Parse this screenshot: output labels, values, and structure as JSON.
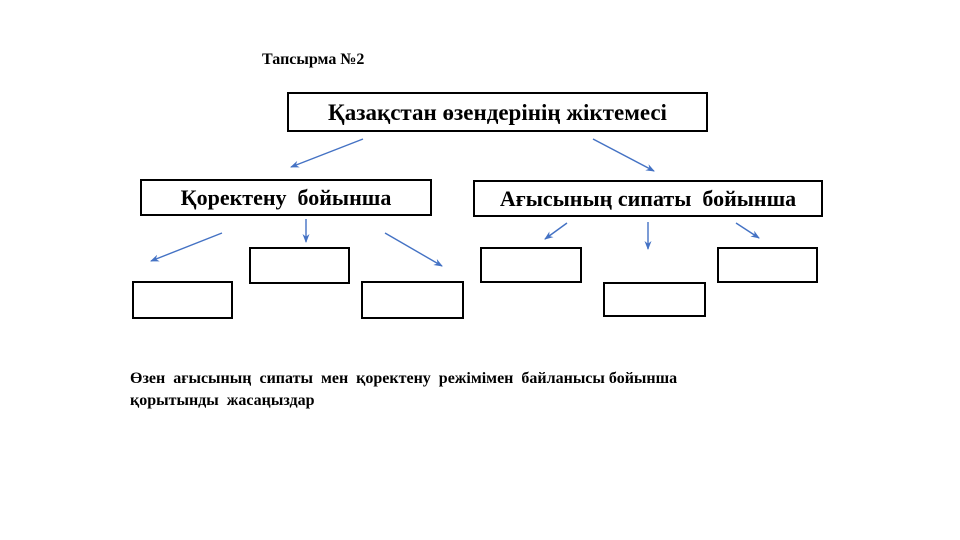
{
  "heading": {
    "text": "Тапсырма №2"
  },
  "diagram": {
    "root": {
      "label": "Қазақстан өзендерінің жіктемесі"
    },
    "branches": [
      {
        "label": "Қоректену  бойынша",
        "answer_slots": 3
      },
      {
        "label": "Ағысының сипаты  бойынша",
        "answer_slots": 3
      }
    ],
    "answer_boxes": [
      "",
      "",
      "",
      "",
      "",
      ""
    ],
    "arrow_color": "#4472C4",
    "box_border_color": "#000000",
    "background_color": "#ffffff"
  },
  "instruction": {
    "line1": "Өзен  ағысының  сипаты  мен  қоректену  режімімен  байланысы бойынша",
    "line2": "қорытынды  жасаңыздар"
  }
}
